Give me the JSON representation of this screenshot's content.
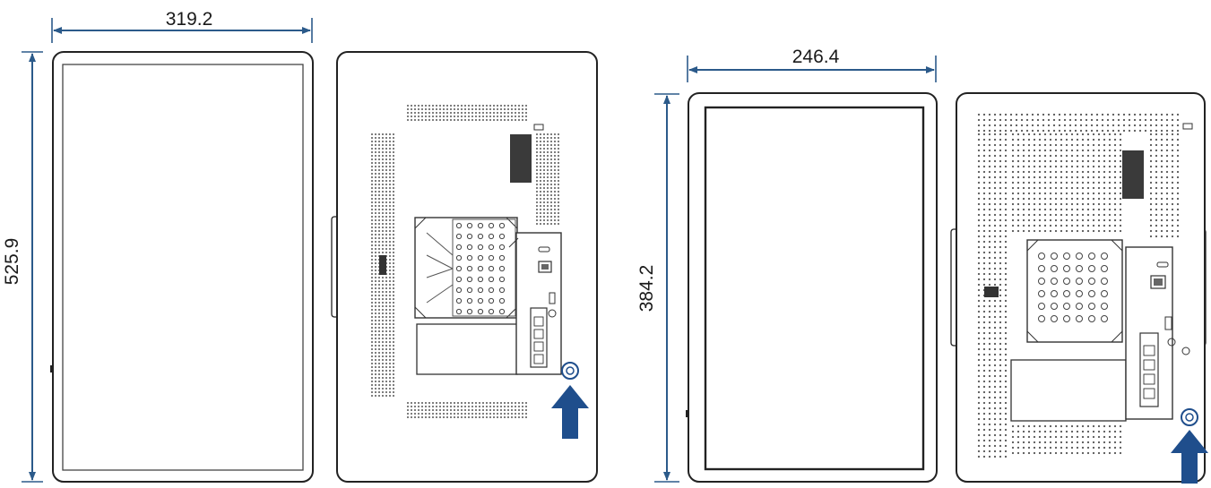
{
  "dimensions": {
    "large_width": "319.2",
    "large_height": "525.9",
    "small_width": "246.4",
    "small_height": "384.2"
  },
  "colors": {
    "dimension_line": "#2b5a8a",
    "arrow": "#1f4e8c",
    "outline": "#222222",
    "label_dark": "#3a3a3a"
  },
  "icons": {
    "screw_indicator": "up-arrow-icon",
    "screw": "screw-icon"
  }
}
